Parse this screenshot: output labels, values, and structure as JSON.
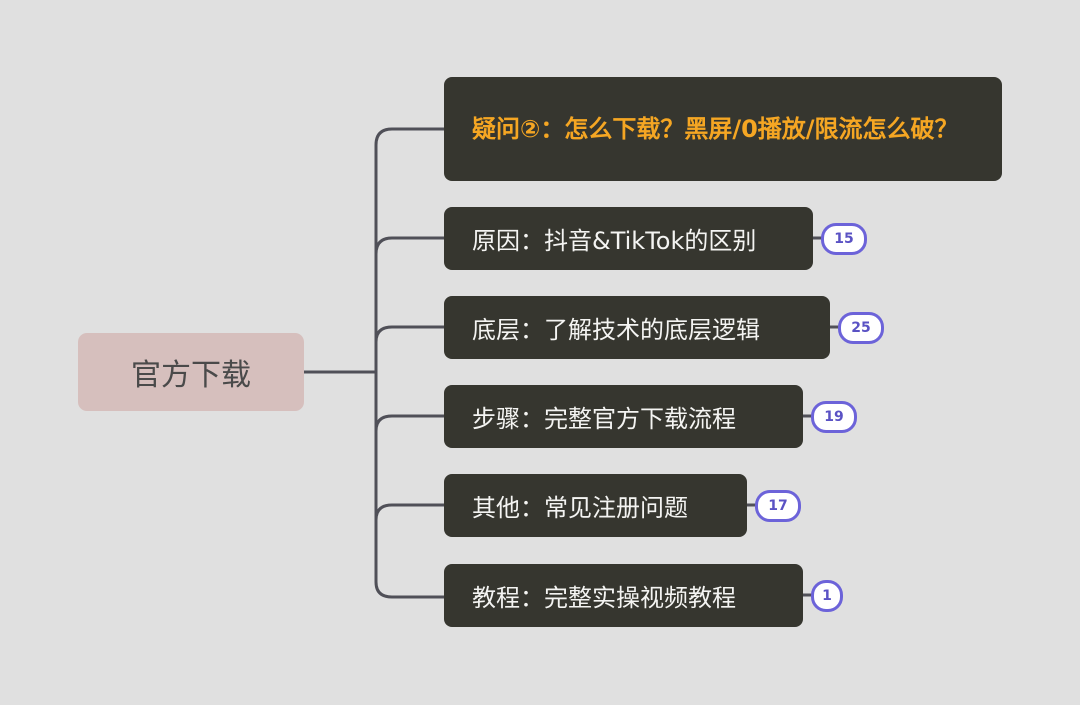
{
  "mindmap": {
    "root": {
      "label": "官方下载"
    },
    "colors": {
      "background": "#e0e0e0",
      "root_fill": "#d6bfbd",
      "node_fill": "#36362f",
      "title_text": "#f5a623",
      "badge_border": "#6c63d9",
      "line": "#505058"
    },
    "children": [
      {
        "label": "疑问②：怎么下载？黑屏/0播放/限流怎么破？"
      },
      {
        "label": "原因：抖音&TikTok的区别",
        "count": "15"
      },
      {
        "label": "底层：了解技术的底层逻辑",
        "count": "25"
      },
      {
        "label": "步骤：完整官方下载流程",
        "count": "19"
      },
      {
        "label": "其他：常见注册问题",
        "count": "17"
      },
      {
        "label": "教程：完整实操视频教程",
        "count": "1"
      }
    ]
  }
}
